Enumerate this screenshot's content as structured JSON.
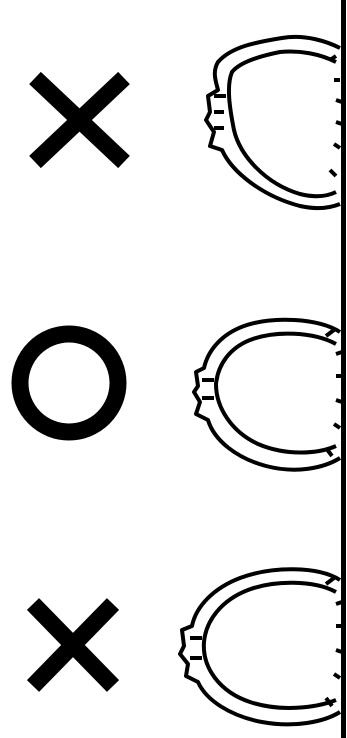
{
  "diagram": {
    "rows": [
      {
        "mark": "cross",
        "verdict": "incorrect",
        "tire_shape": "pinched-narrow-bead"
      },
      {
        "mark": "circle",
        "verdict": "correct",
        "tire_shape": "round-correct-seat"
      },
      {
        "mark": "cross",
        "verdict": "incorrect",
        "tire_shape": "round-off-center"
      }
    ],
    "colors": {
      "ink": "#000000",
      "background": "#ffffff"
    }
  }
}
